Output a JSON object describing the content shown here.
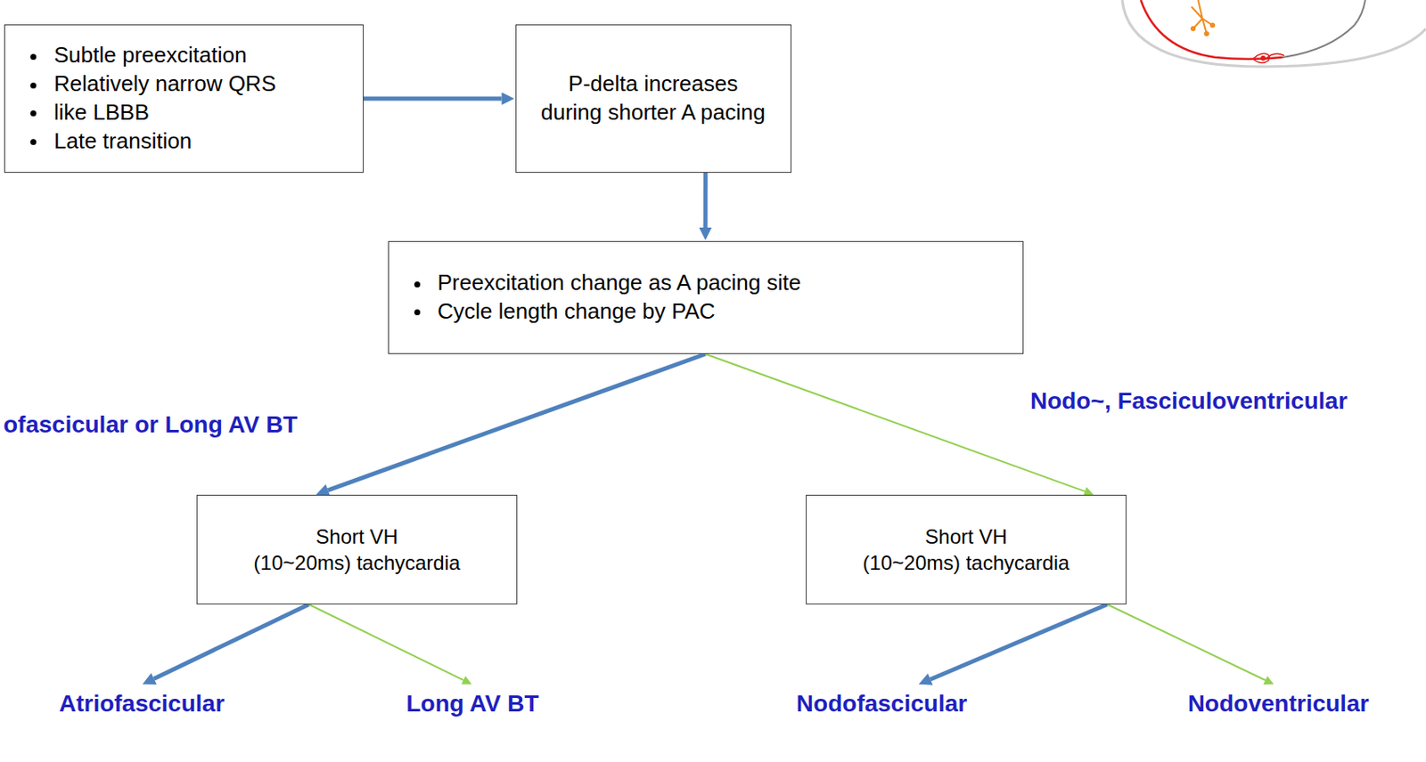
{
  "diagram": {
    "nodes": [
      {
        "text": [
          "Subtle preexcitation",
          "Relatively narrow QRS",
          "like LBBB",
          "Late transition"
        ]
      },
      {
        "text": [
          "P-delta increases during shorter A pacing"
        ]
      },
      {
        "text": [
          "Preexcitation change as A pacing site",
          "Cycle length change by PAC"
        ]
      },
      {
        "text": [
          "Short VH (10~20ms) tachycardia"
        ]
      },
      {
        "text": [
          "Short VH (10~20ms) tachycardia"
        ]
      },
      {
        "text": [
          "Atriofascicular"
        ]
      },
      {
        "text": [
          "Long AV BT"
        ]
      },
      {
        "text": [
          "Nodofascicular"
        ]
      },
      {
        "text": [
          "Nodoventricular"
        ]
      }
    ],
    "edges": [
      {
        "from": 0,
        "to": 1,
        "arrow": "to"
      },
      {
        "from": 1,
        "to": 2,
        "arrow": "to"
      },
      {
        "from": 2,
        "to": 3,
        "arrow": "to"
      },
      {
        "from": 2,
        "to": 4,
        "arrow": "to"
      },
      {
        "from": 3,
        "to": 5,
        "arrow": "to"
      },
      {
        "from": 3,
        "to": 6,
        "arrow": "to"
      },
      {
        "from": 4,
        "to": 7,
        "arrow": "to"
      },
      {
        "from": 4,
        "to": 8,
        "arrow": "to"
      }
    ],
    "labels": [
      "ofascicular or Long AV BT",
      "Nodo~, Fasciculoventricular"
    ]
  }
}
